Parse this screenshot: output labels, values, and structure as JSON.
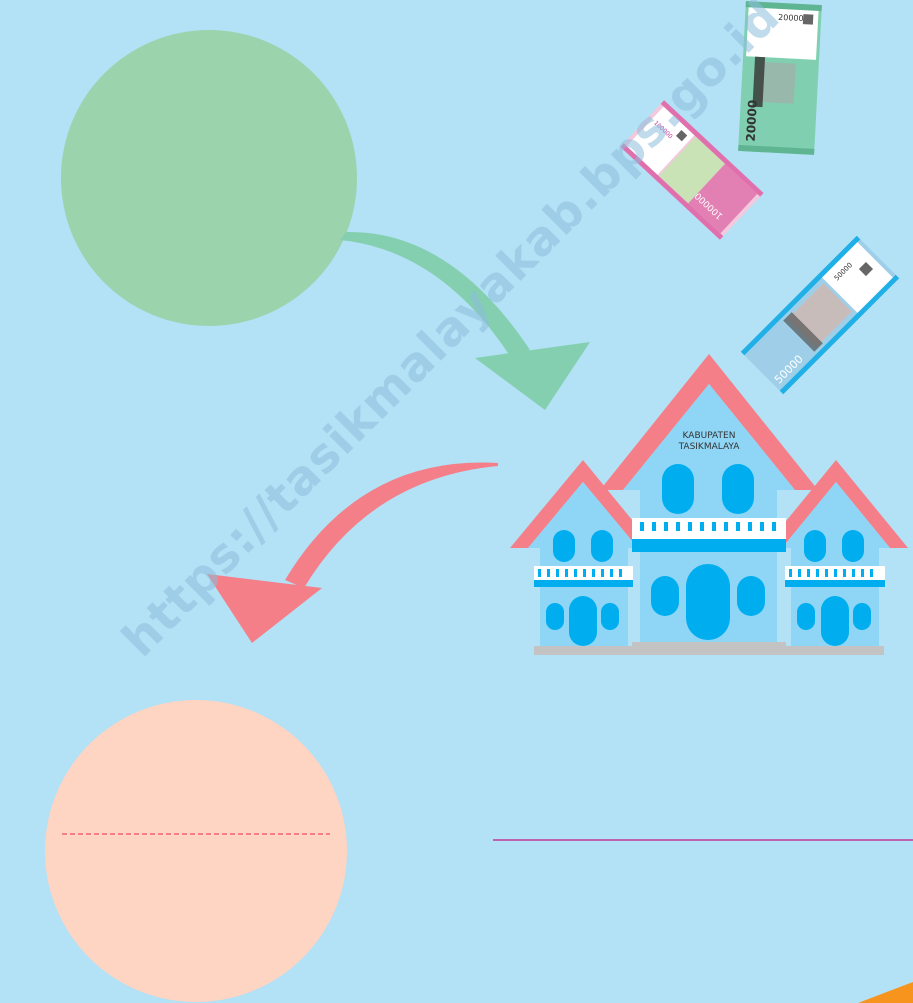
{
  "watermark": {
    "text": "https://tasikmalayakab.bps.go.id"
  },
  "building": {
    "name_line1": "KABUPATEN",
    "name_line2": "TASIKMALAYA"
  },
  "banknotes": [
    {
      "denomination": "20000",
      "color": "#7fcfb0"
    },
    {
      "denomination": "100000",
      "color": "#e06fae"
    },
    {
      "denomination": "50000",
      "color": "#1fb0e8"
    }
  ],
  "colors": {
    "background": "#b3e1f5",
    "green_circle": "#9bd3ad",
    "peach_circle": "#fed4c2",
    "green_arrow": "#84cfb0",
    "red_arrow": "#f47f88",
    "roof": "#f47f88",
    "building_wall": "#8fd6f6",
    "building_window": "#00aeef"
  }
}
